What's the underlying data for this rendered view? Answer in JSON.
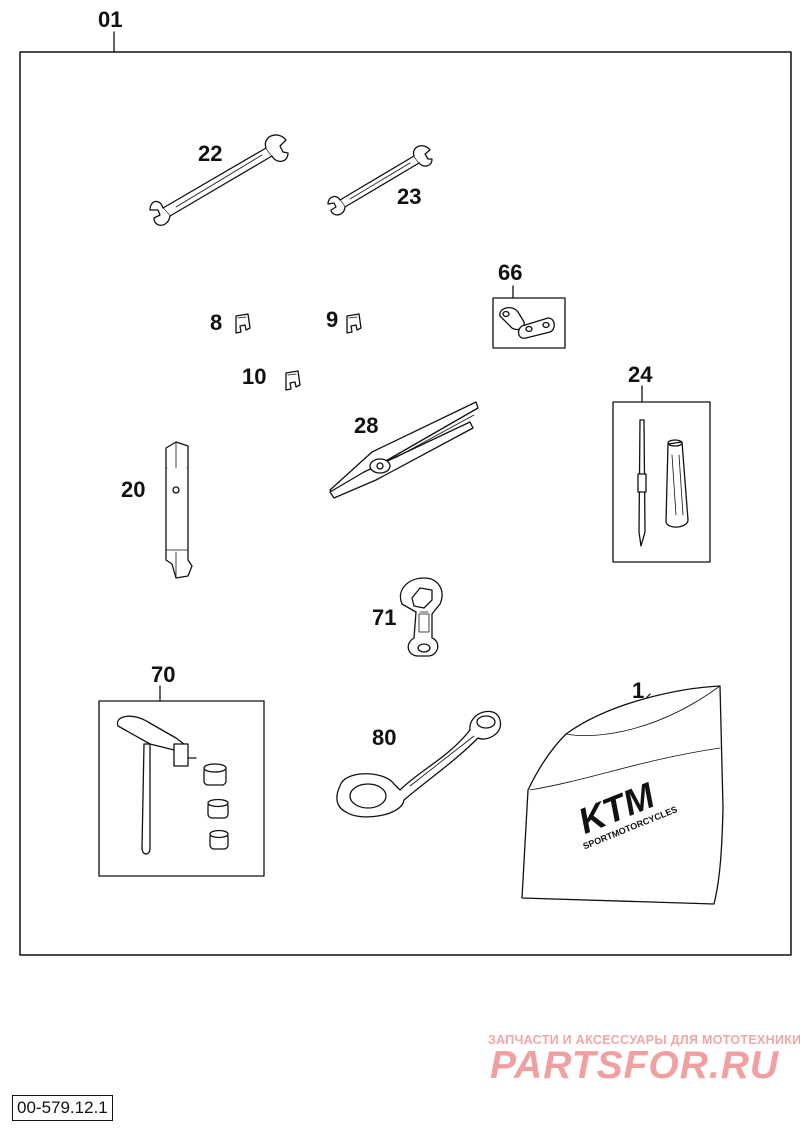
{
  "diagram": {
    "assembly_number": "01",
    "parts": {
      "p22": "22",
      "p23": "23",
      "p66": "66",
      "p8": "8",
      "p9": "9",
      "p10": "10",
      "p24": "24",
      "p28": "28",
      "p20": "20",
      "p71": "71",
      "p70": "70",
      "p80": "80",
      "p1": "1"
    },
    "pouch_logo": "KTM",
    "pouch_subtext": "SPORTMOTORCYCLES"
  },
  "watermark": {
    "tagline": "ЗАПЧАСТИ И АКСЕССУАРЫ ДЛЯ МОТОТЕХНИКИ",
    "site": "PARTSFOR.RU"
  },
  "document_code": "00-579.12.1",
  "colors": {
    "line": "#111111",
    "watermark": "#f0a0a0",
    "background": "#ffffff"
  }
}
